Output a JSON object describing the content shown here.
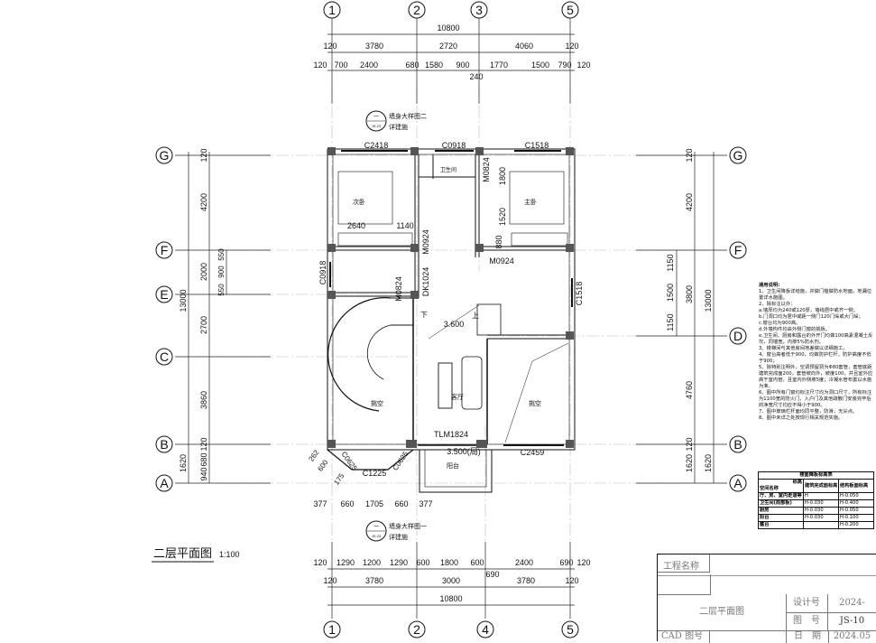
{
  "axes": {
    "top": [
      "1",
      "2",
      "3",
      "5"
    ],
    "bottom": [
      "1",
      "2",
      "4",
      "5"
    ],
    "left": [
      "G",
      "F",
      "E",
      "C",
      "B",
      "A"
    ],
    "right": [
      "G",
      "F",
      "D",
      "B",
      "A"
    ]
  },
  "dims": {
    "top_total": "10800",
    "top_main": [
      "120",
      "3780",
      "2720",
      "4060",
      "120"
    ],
    "top_sub": [
      "120",
      "700",
      "2400",
      "680",
      "1580",
      "900",
      "1770",
      "1500",
      "790",
      "120"
    ],
    "top_extra": "240",
    "bottom_sub": [
      "120",
      "1290",
      "1200",
      "1290",
      "600",
      "1800",
      "600",
      "2400",
      "690",
      "120"
    ],
    "bottom_extra": "690",
    "bottom_main": [
      "120",
      "3780",
      "3000",
      "3780",
      "120"
    ],
    "bottom_total": "10800",
    "left_total": "13000",
    "left_main": [
      "120",
      "4200",
      "2000",
      "2700",
      "3860",
      "120",
      "680",
      "940"
    ],
    "left_extra": "1620",
    "left_sub": [
      "550",
      "900",
      "550"
    ],
    "right_main": [
      "120",
      "4200",
      "4760",
      "120",
      "1620"
    ],
    "right_mid": "3800",
    "right_total": "13000",
    "right_total_extra": "1620",
    "right_sub": [
      "1150",
      "1500",
      "1150"
    ],
    "bay": [
      "262",
      "600",
      "175"
    ],
    "bay_bottom": [
      "377",
      "660",
      "1705",
      "660",
      "377"
    ]
  },
  "rooms": {
    "second_bedroom": "次卧",
    "master_bedroom": "主卧",
    "bathroom": "卫生间",
    "living": "客厅",
    "void_left": "挑空",
    "void_right": "挑空",
    "balcony": "阳台"
  },
  "labels": {
    "c2418": "C2418",
    "c0918_top": "C0918",
    "c1518_top": "C1518",
    "m0824_top": "M0824",
    "d1800": "1800",
    "d1520": "1520",
    "d880": "880",
    "d2640": "2640",
    "d1140": "1140",
    "m0924_v": "M0924",
    "m0924_h": "M0924",
    "c0918_left": "C0918",
    "m0824": "M0824",
    "dk1024": "DK1024",
    "c1518_right": "C1518",
    "down": "下",
    "up": "上",
    "level_main": "3.600",
    "tlm1824": "TLM1824",
    "level_balcony": "3.500(局)",
    "c1225": "C1225",
    "c0625_l": "C0625",
    "c0625_r": "C0625",
    "c2459": "C2459"
  },
  "callouts": [
    {
      "num": "一",
      "sheet": "JS-23",
      "title": "墙身大样图二",
      "sub": "详建施"
    },
    {
      "num": "一",
      "sheet": "JS-23",
      "title": "墙身大样图一",
      "sub": "详建施"
    }
  ],
  "drawing_title": "二层平面图",
  "drawing_scale": "1:100",
  "notes": {
    "heading": "通用说明:",
    "items": [
      "1、卫生间降板详结施，并做门槛做防水地面，地漏位置详水施图。",
      "2、除标注以外：",
      "a.墙厚均为240或120厚，墙线居中或齐一侧；",
      "b.门洞口均为居中或距一侧门120门垛或大门垛；",
      "c.窗台均为900高。",
      "d.外墙构件均由外侧门窗的挑板。",
      "e.卫生间、厨房和露台的外开门均做100高素混凝土反坎，同墙宽，内掺5%防水剂。",
      "3、楼梯间与其他房间地差做以详细施工。",
      "4、窗台高者低于900，均做防护栏杆，防护高度不低于900；",
      "5、除特别注明外，空调预留洞为Φ80套管，套管底距建筑完成面200，套管坡向外，坡度100，并且室外应高于室内管，且室内外侧坡5度；冷凝水管布置以水施为准。",
      "6、图中所有门窗均标注尺寸均为洞口尺寸，所有标注为1100宽的防火门，入户门及其他疏散门安装完毕后的净宽尺寸均应不得小于900。",
      "7、图中玻璃栏杆面均同平整，防滑，无尖点。",
      "8、图中未详之处按现行相关规范实施。"
    ]
  },
  "floor_table": {
    "title": "楼面降板标高表",
    "corner_top": "标高",
    "corner_bottom": "空间名称",
    "col1": "建筑完成面标高",
    "col2": "结构板面标高",
    "rows": [
      [
        "厅、房、室内走道等",
        "H",
        "H-0.050"
      ],
      [
        "卫生间(局部板)",
        "H-0.030",
        "H-0.400"
      ],
      [
        "厨房",
        "H-0.030",
        "H-0.050"
      ],
      [
        "阳台",
        "H-0.030",
        "H-0.100"
      ],
      [
        "露台",
        "",
        "H-0.200"
      ]
    ]
  },
  "title_block": {
    "project_label": "工程名称",
    "drawing_name": "二层平面图",
    "design_no_label": "设计号",
    "design_no": "2024-",
    "sheet_no_label": "图　号",
    "sheet_no": "JS-10",
    "cad_label": "CAD 图号",
    "date_label": "日　期",
    "date": "2024.05"
  }
}
